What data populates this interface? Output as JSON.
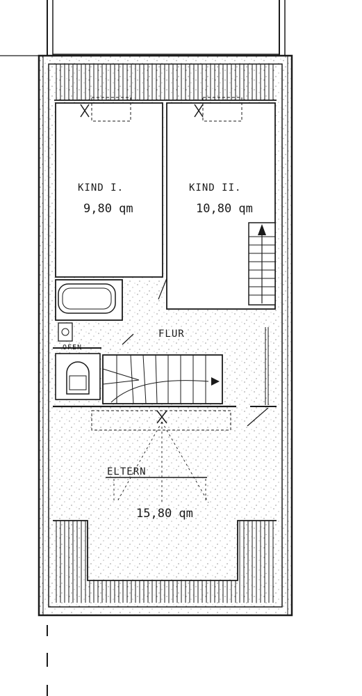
{
  "rooms": {
    "kind1": {
      "name": "KIND I.",
      "area": "9,80 qm"
    },
    "kind2": {
      "name": "KIND II.",
      "area": "10,80 qm"
    },
    "flur": {
      "name": "FLUR"
    },
    "eltern": {
      "name": "ELTERN",
      "area": "15,80 qm"
    }
  },
  "fixtures": {
    "oven_label": "OFEN"
  },
  "colors": {
    "ink": "#1a1a1a",
    "paper": "#ffffff",
    "speckle": "#555555"
  }
}
